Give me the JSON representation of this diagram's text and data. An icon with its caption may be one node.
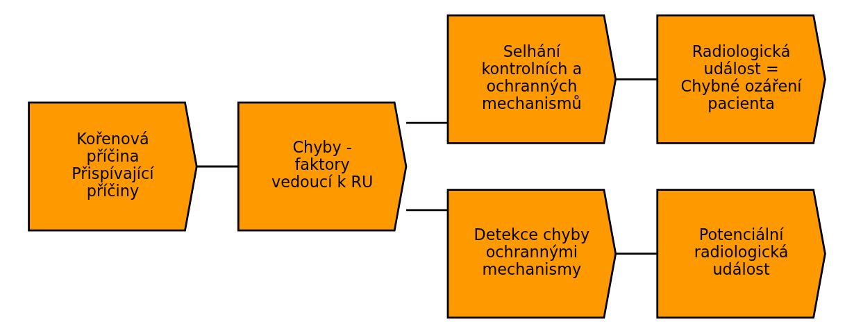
{
  "diagram": {
    "nodes": [
      {
        "text": [
          "Kořenová příčina",
          "Přispívající příčiny"
        ]
      },
      {
        "text": [
          "Chyby - faktory vedoucí k RU"
        ]
      },
      {
        "text": [
          "Selhání kontrolních a ochranných mechanismů"
        ]
      },
      {
        "text": [
          "Radiologická událost = Chybné ozáření pacienta"
        ]
      },
      {
        "text": [
          "Detekce chyby ochrannými mechanismy"
        ]
      },
      {
        "text": [
          "Potenciální radiologická událost"
        ]
      }
    ],
    "edges": [
      {
        "from": 0,
        "to": 1,
        "arrow": "none"
      },
      {
        "from": 1,
        "to": 2,
        "arrow": "none"
      },
      {
        "from": 1,
        "to": 4,
        "arrow": "none"
      },
      {
        "from": 2,
        "to": 3,
        "arrow": "none"
      },
      {
        "from": 4,
        "to": 5,
        "arrow": "none"
      }
    ]
  }
}
